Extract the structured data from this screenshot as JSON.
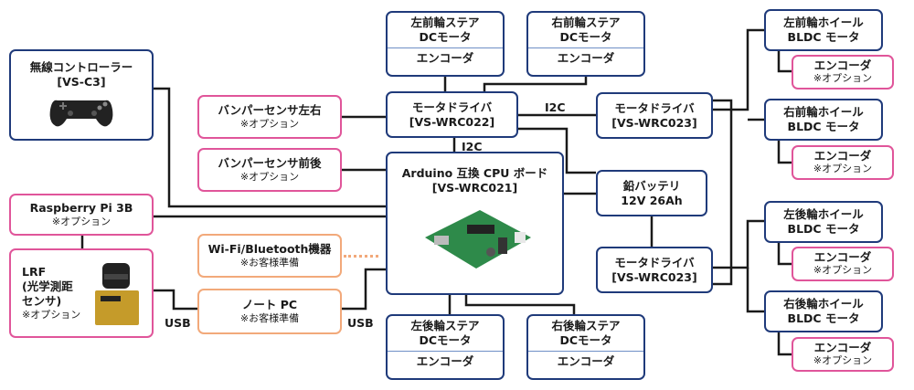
{
  "wireless_controller": {
    "name": "無線コントローラー",
    "model": "[VS-C3]",
    "icon": "gamepad-icon"
  },
  "raspberry_pi": {
    "name": "Raspberry Pi 3B",
    "note": "※オプション"
  },
  "lrf": {
    "line1": "LRF",
    "line2": "(光学測距",
    "line3": "センサ)",
    "note": "※オプション",
    "icon": "lidar-sensor-icon"
  },
  "bumper_lr": {
    "name": "バンパーセンサ左右",
    "note": "※オプション"
  },
  "bumper_fb": {
    "name": "バンパーセンサ前後",
    "note": "※オプション"
  },
  "wifi_bt": {
    "name": "Wi-Fi/Bluetooth機器",
    "note": "※お客様準備"
  },
  "notebook_pc": {
    "name": "ノート PC",
    "note": "※お客様準備"
  },
  "motor_driver_022": {
    "name": "モータドライバ",
    "model": "[VS-WRC022]"
  },
  "motor_driver_023_top": {
    "name": "モータドライバ",
    "model": "[VS-WRC023]"
  },
  "motor_driver_023_bottom": {
    "name": "モータドライバ",
    "model": "[VS-WRC023]"
  },
  "cpu_board": {
    "name": "Arduino 互換 CPU ボード",
    "model": "[VS-WRC021]",
    "icon": "circuit-board-icon"
  },
  "battery": {
    "name": "鉛バッテリ",
    "spec": "12V 26Ah"
  },
  "steer_fl": {
    "line1": "左前輪ステア",
    "line2": "DCモータ",
    "encoder": "エンコーダ"
  },
  "steer_fr": {
    "line1": "右前輪ステア",
    "line2": "DCモータ",
    "encoder": "エンコーダ"
  },
  "steer_rl": {
    "line1": "左後輪ステア",
    "line2": "DCモータ",
    "encoder": "エンコーダ"
  },
  "steer_rr": {
    "line1": "右後輪ステア",
    "line2": "DCモータ",
    "encoder": "エンコーダ"
  },
  "wheel_fl": {
    "line1": "左前輪ホイール",
    "line2": "BLDC モータ",
    "encoder": "エンコーダ",
    "note": "※オプション"
  },
  "wheel_fr": {
    "line1": "右前輪ホイール",
    "line2": "BLDC モータ",
    "encoder": "エンコーダ",
    "note": "※オプション"
  },
  "wheel_rl": {
    "line1": "左後輪ホイール",
    "line2": "BLDC モータ",
    "encoder": "エンコーダ",
    "note": "※オプション"
  },
  "wheel_rr": {
    "line1": "右後輪ホイール",
    "line2": "BLDC モータ",
    "encoder": "エンコーダ",
    "note": "※オプション"
  },
  "labels": {
    "i2c_horizontal": "I2C",
    "i2c_vertical": "I2C",
    "usb_left": "USB",
    "usb_right": "USB"
  },
  "colors": {
    "blue_border": "#1f3a7a",
    "pink_border": "#e0559a",
    "orange_border": "#f2a97a",
    "wire": "#1a1a1a"
  }
}
